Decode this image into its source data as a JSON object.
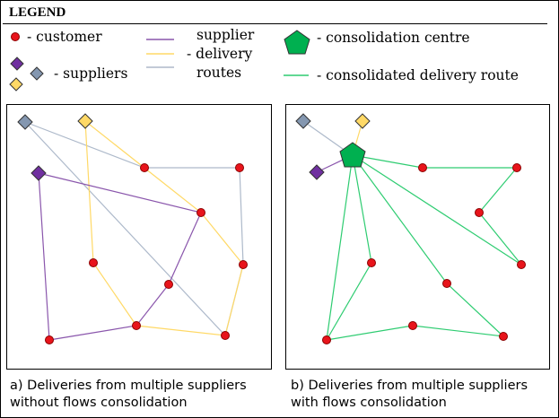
{
  "legend": {
    "title": "LEGEND",
    "customer": "- customer",
    "suppliers": "- suppliers",
    "routes_line1": "supplier",
    "routes_line2": "- delivery",
    "routes_line3": "routes",
    "centre": "- consolidation centre",
    "consolidated_route": "- consolidated delivery route"
  },
  "captions": {
    "left_line1": "a) Deliveries from multiple suppliers",
    "left_line2": "without flows consolidation",
    "right_line1": "b) Deliveries from multiple suppliers",
    "right_line2": "with flows consolidation"
  },
  "colors": {
    "customer": "#e8141b",
    "supplier_purple": "#7030a0",
    "supplier_yellow": "#ffd966",
    "supplier_gray": "#8497b0",
    "route_purple": "#8a56ac",
    "route_yellow": "#ffd966",
    "route_gray": "#adb9ca",
    "centre": "#00b050",
    "consolidated_route": "#2ecc71"
  }
}
